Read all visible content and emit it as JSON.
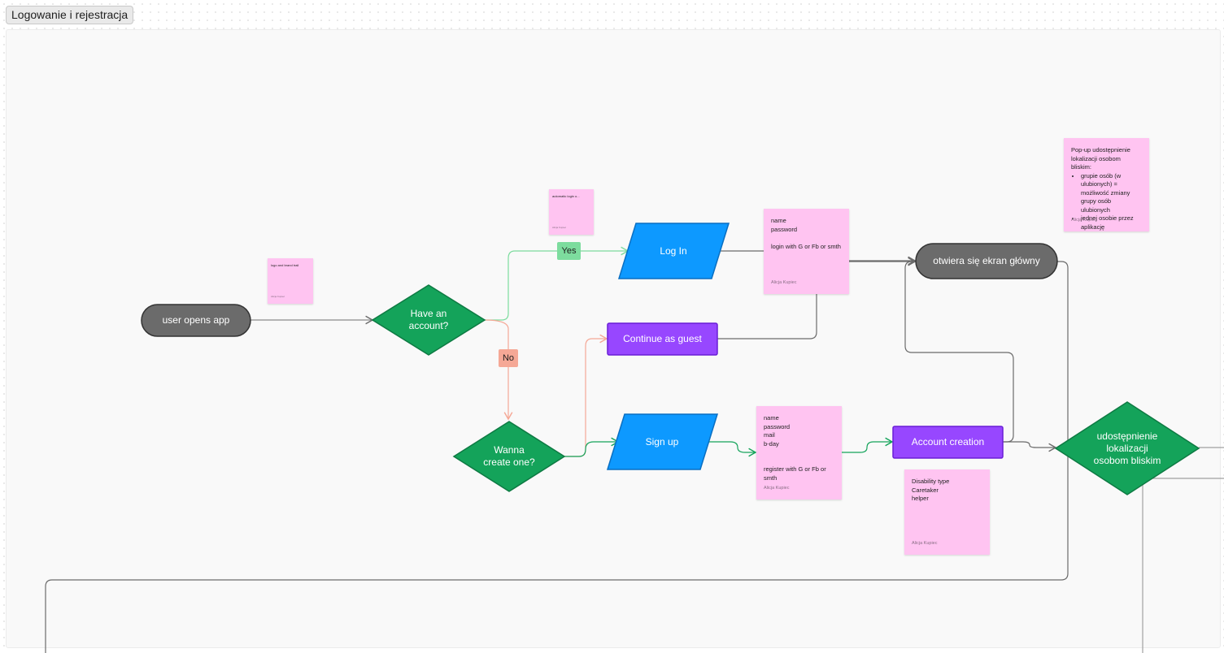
{
  "section": {
    "title": "Logowanie i rejestracja"
  },
  "nodes": {
    "start": "user opens app",
    "have_account": [
      "Have an",
      "account?"
    ],
    "wanna_create": [
      "Wanna",
      "create one?"
    ],
    "login": "Log In",
    "guest": "Continue as guest",
    "signup": "Sign up",
    "account_creation": "Account creation",
    "main_screen": "otwiera się ekran główny",
    "share_location": [
      "udostępnienie",
      "lokalizacji",
      "osobom bliskim"
    ]
  },
  "tags": {
    "yes": "Yes",
    "no": "No"
  },
  "stickies": {
    "logo": {
      "text": "logo and brand trail",
      "author": "Alicja Kupiec"
    },
    "auto_login": {
      "text": "automatic login o...",
      "author": "Alicja Kupiec"
    },
    "login_fields": {
      "text": "name\npassword\n\nlogin with G or Fb or smth",
      "author": "Alicja Kupiec"
    },
    "signup_fields": {
      "text": "name\npassword\nmail\nb-day\n\n\nregister with G or Fb or smth",
      "author": "Alicja Kupiec"
    },
    "account_fields": {
      "text": "Disability type\nCaretaker\nhelper",
      "author": "Alicja Kupiec"
    },
    "popup": {
      "intro": "Pop-up udostępnienie lokalizacji osobom bliskim:",
      "items": [
        "grupie osób (w ulubionych) = możliwość zmiany grupy osób ulubionych",
        "jednej osobie przez aplikację"
      ],
      "author": "Alicja Kupiec"
    }
  },
  "colors": {
    "terminal": "#6b6b6b",
    "decision": "#14a35a",
    "io": "#0d99ff",
    "process": "#9747ff",
    "sticky": "#ffc4f1",
    "yes_connector": "#7ddc9e",
    "no_connector": "#f5a896",
    "connector": "#6b6b6b"
  }
}
